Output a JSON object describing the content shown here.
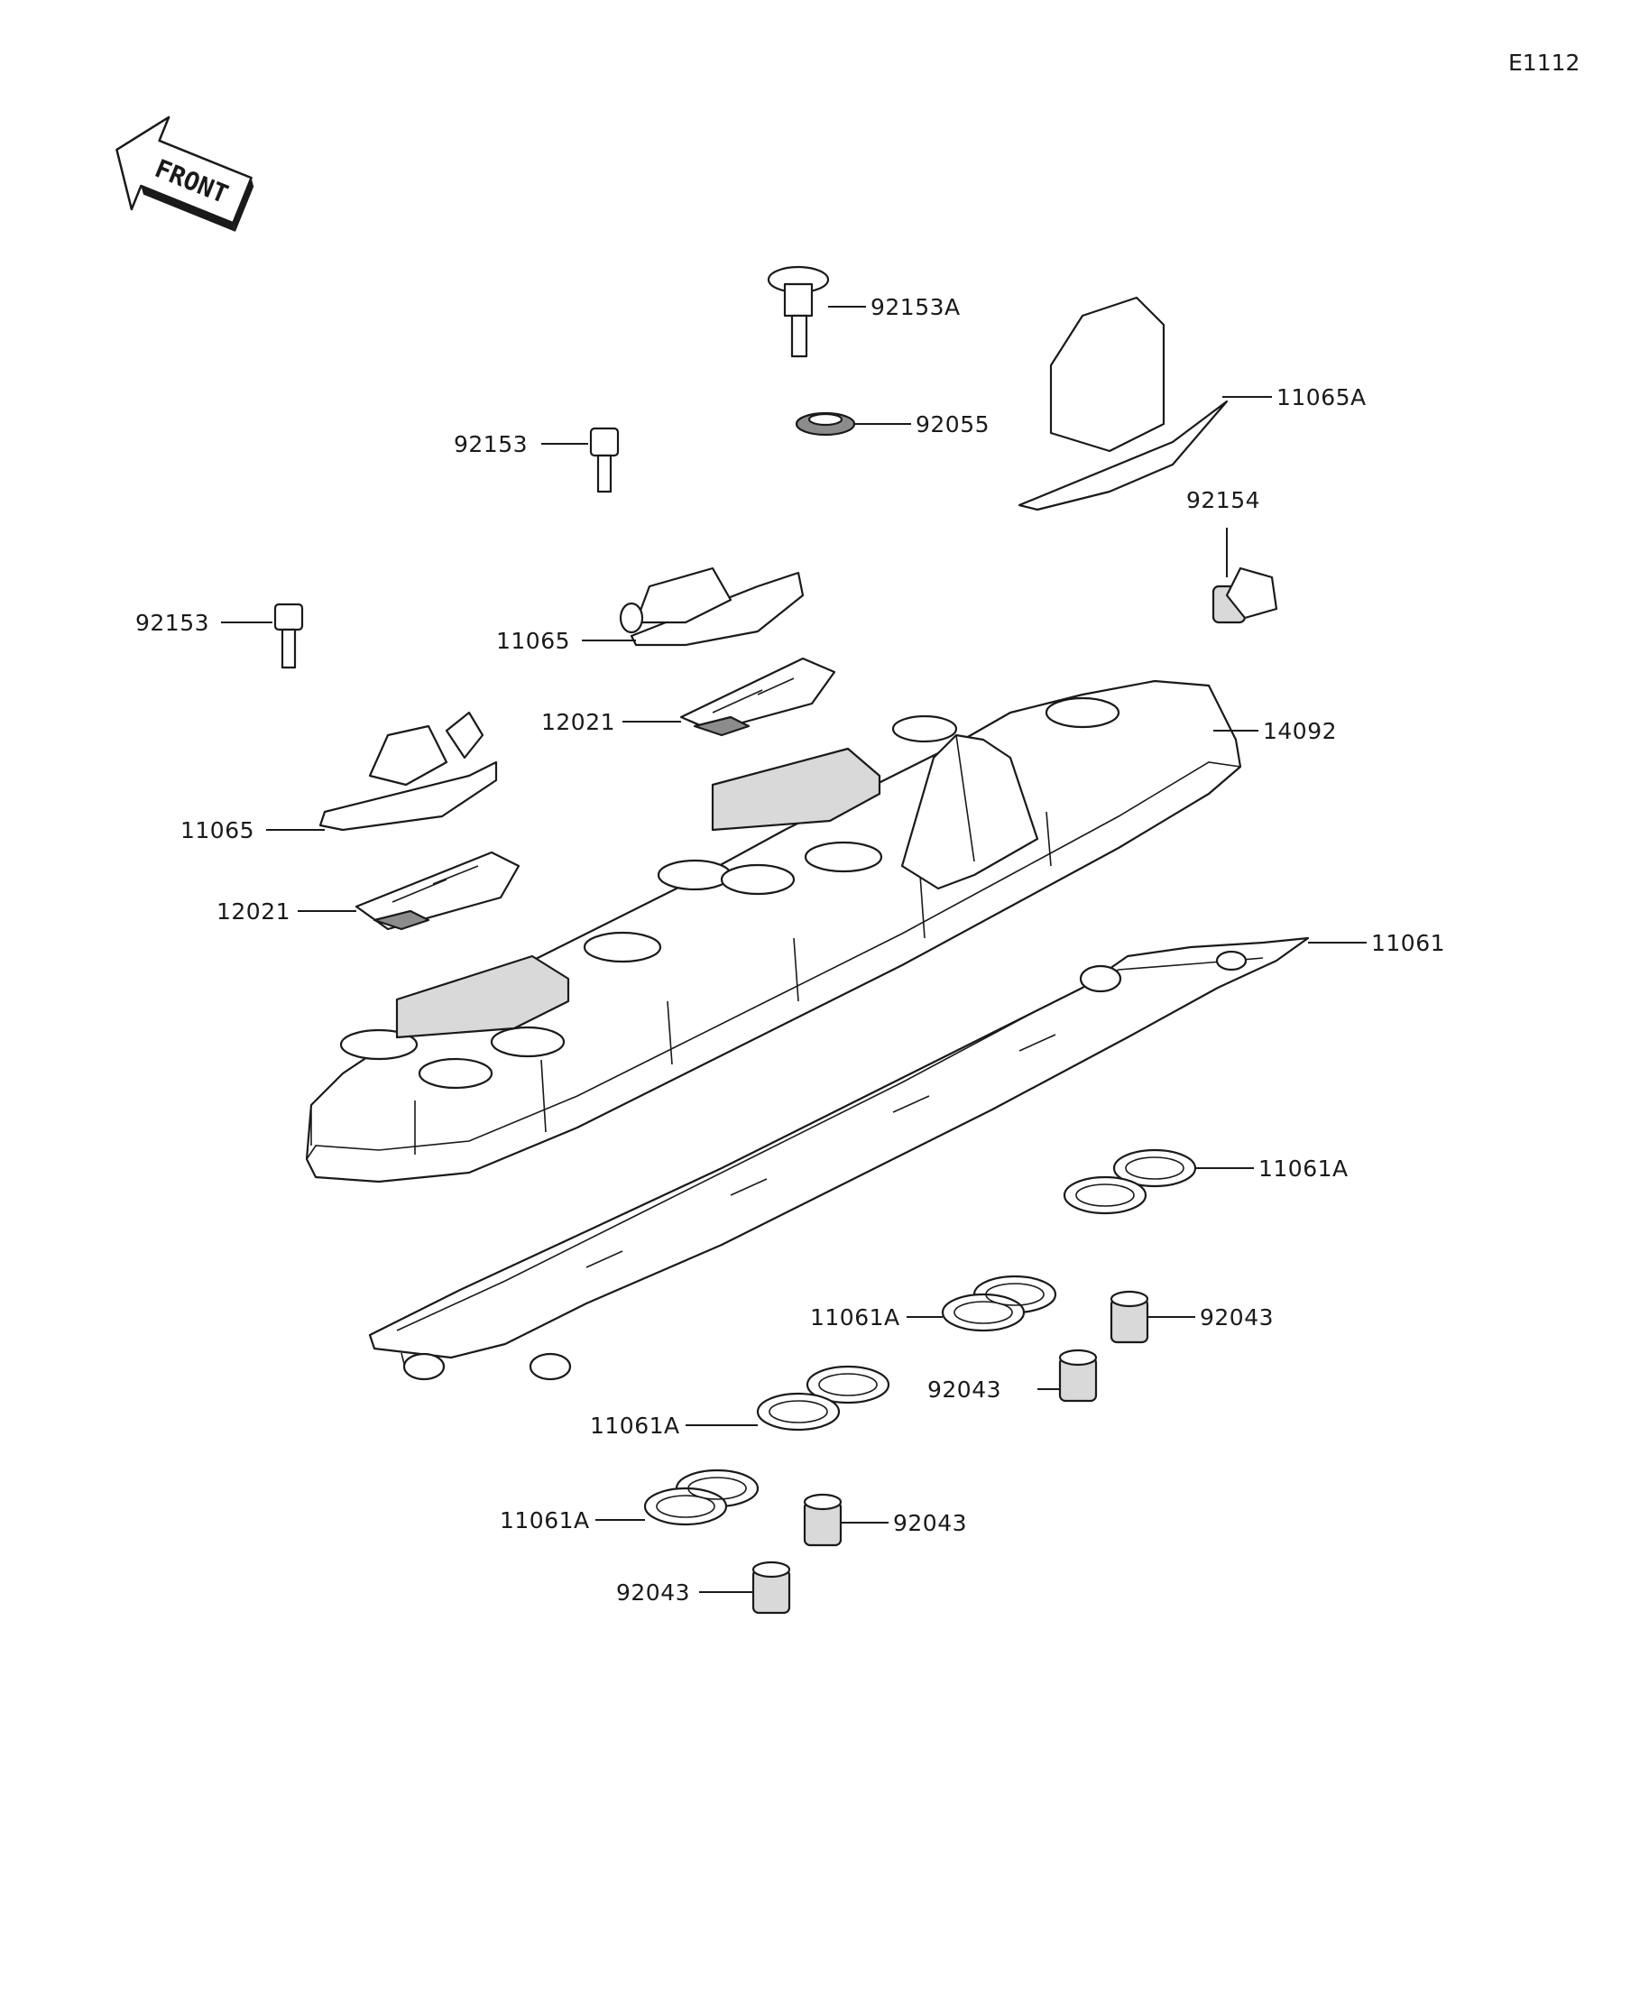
{
  "diagram_code": "E1112",
  "front_indicator": {
    "text": "FRONT",
    "icon": "front-arrow-icon"
  },
  "callouts": [
    {
      "part_number": "92153A",
      "id": "c1"
    },
    {
      "part_number": "92055",
      "id": "c2"
    },
    {
      "part_number": "11065A",
      "id": "c3"
    },
    {
      "part_number": "92153",
      "id": "c4"
    },
    {
      "part_number": "92154",
      "id": "c5"
    },
    {
      "part_number": "92153",
      "id": "c6"
    },
    {
      "part_number": "11065",
      "id": "c7"
    },
    {
      "part_number": "12021",
      "id": "c8"
    },
    {
      "part_number": "14092",
      "id": "c9"
    },
    {
      "part_number": "11065",
      "id": "c10"
    },
    {
      "part_number": "12021",
      "id": "c11"
    },
    {
      "part_number": "11061",
      "id": "c12"
    },
    {
      "part_number": "11061A",
      "id": "c13"
    },
    {
      "part_number": "11061A",
      "id": "c14"
    },
    {
      "part_number": "92043",
      "id": "c15"
    },
    {
      "part_number": "92043",
      "id": "c16"
    },
    {
      "part_number": "11061A",
      "id": "c17"
    },
    {
      "part_number": "11061A",
      "id": "c18"
    },
    {
      "part_number": "92043",
      "id": "c19"
    },
    {
      "part_number": "92043",
      "id": "c20"
    }
  ]
}
